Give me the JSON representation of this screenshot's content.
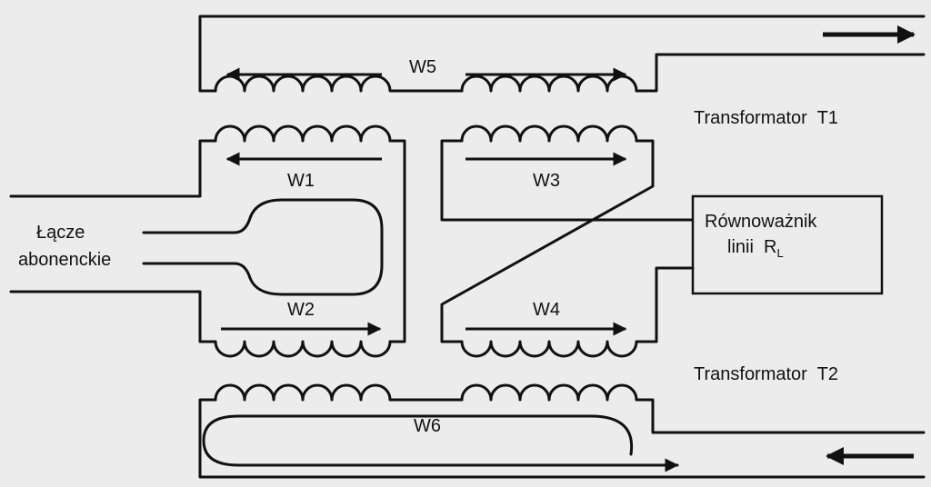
{
  "labels": {
    "w1": "W1",
    "w2": "W2",
    "w3": "W3",
    "w4": "W4",
    "w5": "W5",
    "w6": "W6",
    "t1": "Transformator  T1",
    "t2": "Transformator  T2",
    "subscriber_line_1": "Łącze",
    "subscriber_line_2": "abonenckie",
    "balancer_1": "Równoważnik",
    "balancer_2": "linii  R",
    "balancer_sub": "L"
  },
  "colors": {
    "background": "#ececec",
    "stroke": "#111111"
  }
}
